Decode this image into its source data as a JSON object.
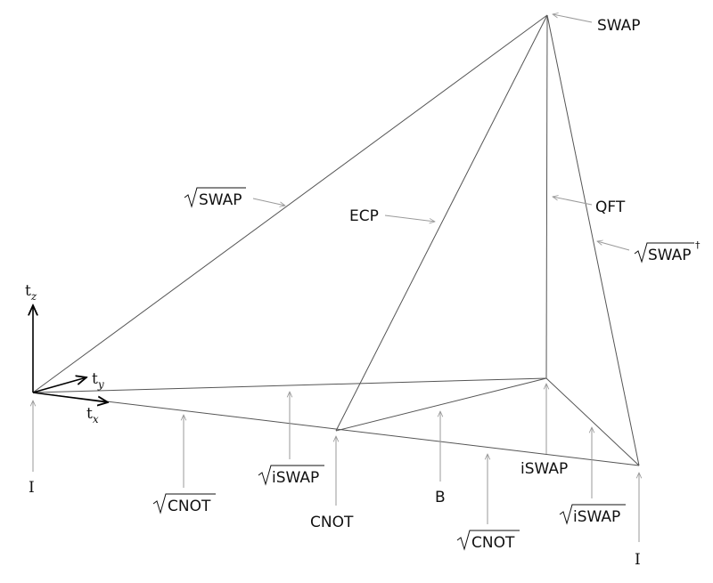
{
  "axes": {
    "tx": {
      "base": "t",
      "sub": "x"
    },
    "ty": {
      "base": "t",
      "sub": "y"
    },
    "tz": {
      "base": "t",
      "sub": "z"
    }
  },
  "labels": {
    "swap": "SWAP",
    "qft": "QFT",
    "ecp": "ECP",
    "sqrt_swap": "SWAP",
    "sqrt_swap_dagger": "SWAP",
    "dagger": "†",
    "identity_left": "I",
    "identity_right": "I",
    "sqrt_cnot_left": "CNOT",
    "sqrt_iswap_left": "iSWAP",
    "cnot": "CNOT",
    "b": "B",
    "sqrt_cnot_right": "CNOT",
    "iswap": "iSWAP",
    "sqrt_iswap_right": "iSWAP"
  },
  "colors": {
    "edge": "#555555",
    "pointer": "#9a9a9a",
    "axis": "#000000",
    "background": "#ffffff"
  }
}
